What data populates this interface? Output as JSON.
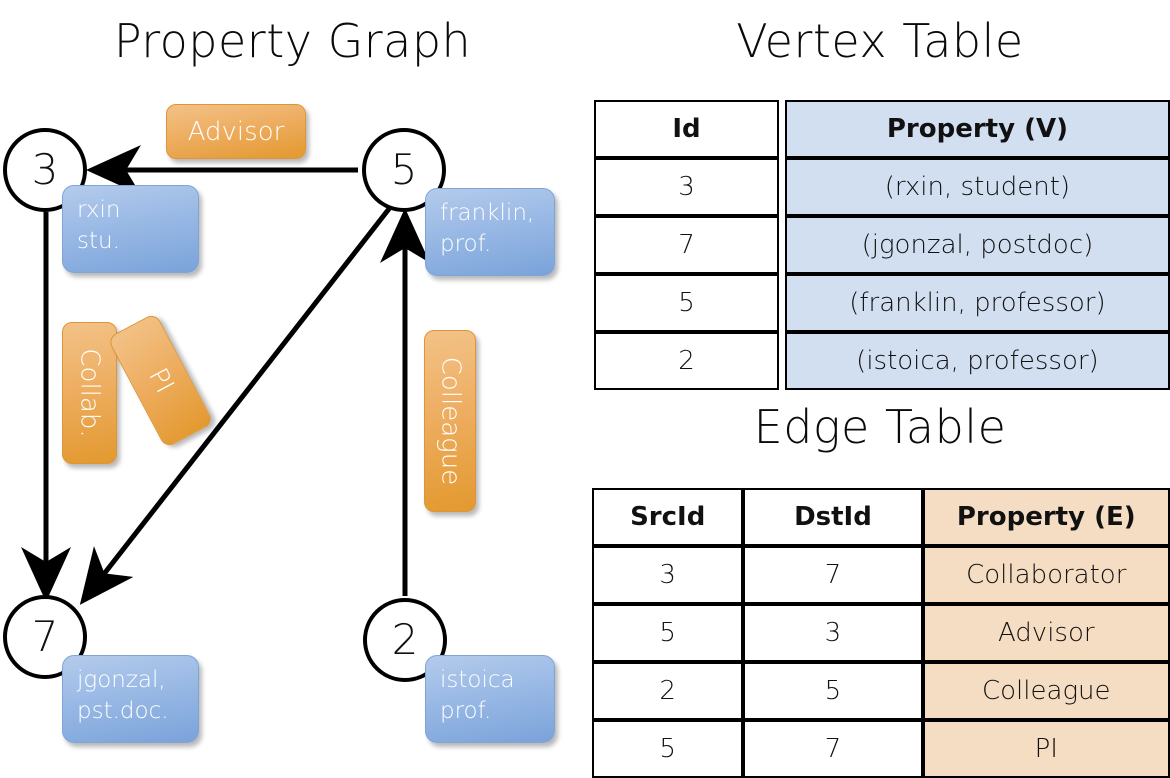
{
  "titles": {
    "property_graph": "Property Graph",
    "vertex_table": "Vertex Table",
    "edge_table": "Edge Table"
  },
  "graph": {
    "nodes": [
      {
        "id": "3",
        "property": "rxin\nstu."
      },
      {
        "id": "5",
        "property": "franklin,\nprof."
      },
      {
        "id": "7",
        "property": "jgonzal,\npst.doc."
      },
      {
        "id": "2",
        "property": "istoica\nprof."
      }
    ],
    "edge_labels": [
      {
        "name": "advisor",
        "text": "Advisor"
      },
      {
        "name": "collab",
        "text": "Collab."
      },
      {
        "name": "pi",
        "text": "PI"
      },
      {
        "name": "colleague",
        "text": "Colleague"
      }
    ],
    "edges": [
      {
        "src": "5",
        "dst": "3",
        "label": "Advisor"
      },
      {
        "src": "3",
        "dst": "7",
        "label": "Collab."
      },
      {
        "src": "5",
        "dst": "7",
        "label": "PI"
      },
      {
        "src": "2",
        "dst": "5",
        "label": "Colleague"
      }
    ]
  },
  "vertex_table": {
    "headers": [
      "Id",
      "Property (V)"
    ],
    "rows": [
      {
        "id": "3",
        "property": "(rxin, student)"
      },
      {
        "id": "7",
        "property": "(jgonzal, postdoc)"
      },
      {
        "id": "5",
        "property": "(franklin, professor)"
      },
      {
        "id": "2",
        "property": "(istoica, professor)"
      }
    ]
  },
  "edge_table": {
    "headers": [
      "SrcId",
      "DstId",
      "Property (E)"
    ],
    "rows": [
      {
        "src": "3",
        "dst": "7",
        "property": "Collaborator"
      },
      {
        "src": "5",
        "dst": "3",
        "property": "Advisor"
      },
      {
        "src": "2",
        "dst": "5",
        "property": "Colleague"
      },
      {
        "src": "5",
        "dst": "7",
        "property": "PI"
      }
    ]
  },
  "colors": {
    "vertex_property_fill": "#d2dff0",
    "edge_property_fill": "#f5ddc4",
    "node_callout_blue": "#9cbbe6",
    "edge_callout_orange": "#eeae62",
    "stroke": "#000000",
    "background": "#ffffff"
  }
}
